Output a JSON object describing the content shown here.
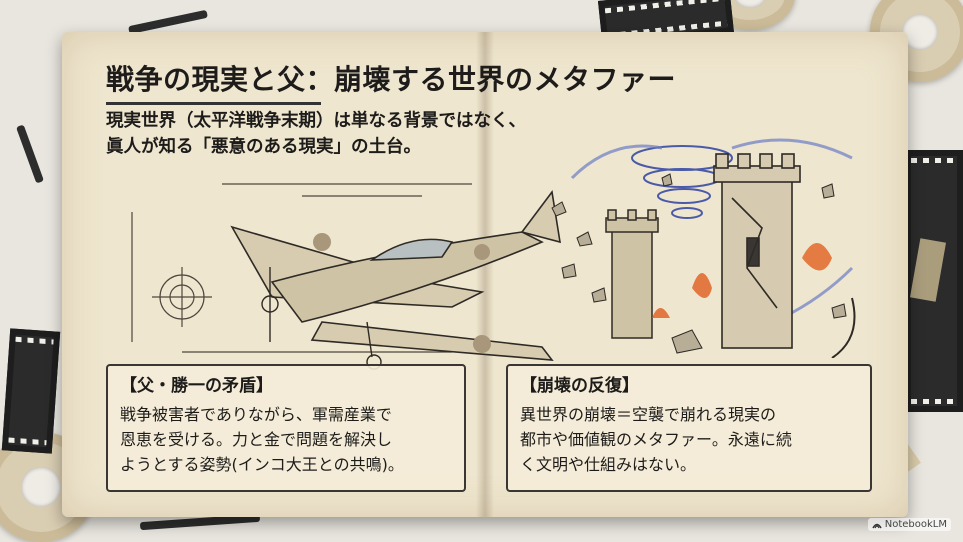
{
  "title": "戦争の現実と父：崩壊する世界のメタファー",
  "intro": {
    "line1": "現実世界（太平洋戦争末期）は単なる背景ではなく、",
    "line2": "眞人が知る「悪意のある現実」の土台。"
  },
  "left_box": {
    "heading": "【父・勝一の矛盾】",
    "line1": "戦争被害者でありながら、軍需産業で",
    "line2": "恩恵を受ける。力と金で問題を解決し",
    "line3": "ようとする姿勢(インコ大王との共鳴)。"
  },
  "right_box": {
    "heading": "【崩壊の反復】",
    "line1": "異世界の崩壊＝空襲で崩れる現実の",
    "line2": "都市や価値観のメタファー。永遠に続",
    "line3": "く文明や仕組みはない。"
  },
  "watermark": {
    "label": "NotebookLM",
    "icon": "notebooklm-logo-icon"
  },
  "illustrations": {
    "left": "airplane-blueprint-sketch",
    "right": "collapsing-towers-tornado-sketch"
  },
  "colors": {
    "paper": "#efe6cf",
    "ink": "#1d1c1a",
    "accent_blue": "#4a5aa8",
    "accent_orange": "#e2672a"
  }
}
